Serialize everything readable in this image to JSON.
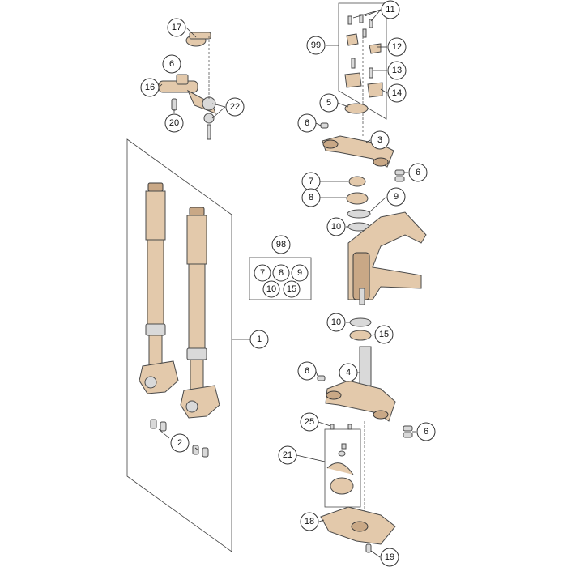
{
  "callouts": {
    "c1": "1",
    "c2": "2",
    "c3": "3",
    "c4": "4",
    "c5": "5",
    "c6": "6",
    "c7": "7",
    "c8": "8",
    "c9": "9",
    "c10": "10",
    "c11": "11",
    "c12": "12",
    "c13": "13",
    "c14": "14",
    "c15": "15",
    "c16": "16",
    "c17": "17",
    "c18": "18",
    "c19": "19",
    "c20": "20",
    "c21": "21",
    "c22": "22",
    "c25": "25",
    "c98": "98",
    "c99": "99"
  },
  "kit98": {
    "items": [
      "7",
      "8",
      "9",
      "10",
      "15"
    ]
  },
  "colors": {
    "part": "#e3c9ab",
    "metal": "#d9d9d9",
    "outline": "#4a4a4a"
  }
}
